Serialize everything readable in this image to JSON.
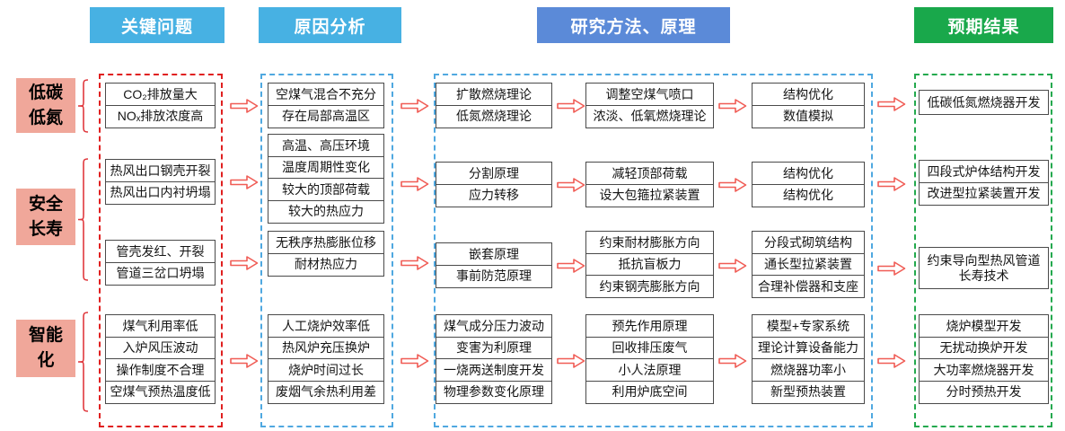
{
  "headers": {
    "key_problems": "关键问题",
    "cause_analysis": "原因分析",
    "methods": "研究方法、原理",
    "expected_results": "预期结果"
  },
  "row_labels": [
    {
      "line1": "低碳",
      "line2": "低氮"
    },
    {
      "line1": "安全",
      "line2": "长寿"
    },
    {
      "line1": "智能",
      "line2": "化"
    }
  ],
  "key_problems": {
    "g1": [
      "CO₂排放量大",
      "NOₓ排放浓度高"
    ],
    "g2": [
      "热风出口钢壳开裂",
      "热风出口内衬坍塌"
    ],
    "g3": [
      "管壳发红、开裂",
      "管道三岔口坍塌"
    ],
    "g4": [
      "煤气利用率低",
      "入炉风压波动",
      "操作制度不合理",
      "空煤气预热温度低"
    ]
  },
  "cause_analysis": {
    "g1": [
      "空煤气混合不充分",
      "存在局部高温区"
    ],
    "g2": [
      "高温、高压环境",
      "温度周期性变化",
      "较大的顶部荷载",
      "较大的热应力"
    ],
    "g3": [
      "无秩序热膨胀位移",
      "耐材热应力"
    ],
    "g4": [
      "人工烧炉效率低",
      "热风炉充压换炉",
      "烧炉时间过长",
      "废烟气余热利用差"
    ]
  },
  "methods_col1": {
    "g1": [
      "扩散燃烧理论",
      "低氮燃烧理论"
    ],
    "g2": [
      "分割原理",
      "应力转移"
    ],
    "g3": [
      "嵌套原理",
      "事前防范原理"
    ],
    "g4": [
      "煤气成分压力波动",
      "变害为利原理",
      "一烧两送制度开发",
      "物理参数变化原理"
    ]
  },
  "methods_col2": {
    "g1": [
      "调整空煤气喷口",
      "浓淡、低氧燃烧理论"
    ],
    "g2": [
      "减轻顶部荷载",
      "设大包箍拉紧装置"
    ],
    "g3": [
      "约束耐材膨胀方向",
      "抵抗盲板力",
      "约束钢壳膨胀方向"
    ],
    "g4": [
      "预先作用原理",
      "回收排压废气",
      "小人法原理",
      "利用炉底空间"
    ]
  },
  "methods_col3": {
    "g1": [
      "结构优化",
      "数值模拟"
    ],
    "g2": [
      "结构优化",
      "结构优化"
    ],
    "g3": [
      "分段式砌筑结构",
      "通长型拉紧装置",
      "合理补偿器和支座"
    ],
    "g4": [
      "模型+专家系统",
      "理论计算设备能力",
      "燃烧器功率小",
      "新型预热装置"
    ]
  },
  "expected_results": {
    "g1": [
      "低碳低氮燃烧器开发"
    ],
    "g2": [
      "四段式炉体结构开发",
      "改进型拉紧装置开发"
    ],
    "g3": [
      "约束导向型热风管道长寿技术"
    ],
    "g4": [
      "烧炉模型开发",
      "无扰动换炉开发",
      "大功率燃烧器开发",
      "分时预热开发"
    ]
  },
  "colors": {
    "header_light_blue": "#47b1e3",
    "header_indigo_blue": "#5b8ad8",
    "header_green": "#19a84b",
    "row_label_bg": "#f0a79a",
    "key_problems_dash": "#e02020",
    "cause_methods_dash": "#4fa8e0",
    "results_dash": "#24a94e",
    "arrow_outline": "#f05c55",
    "brace_red": "#e0393e",
    "box_border": "#4a4a4a"
  }
}
